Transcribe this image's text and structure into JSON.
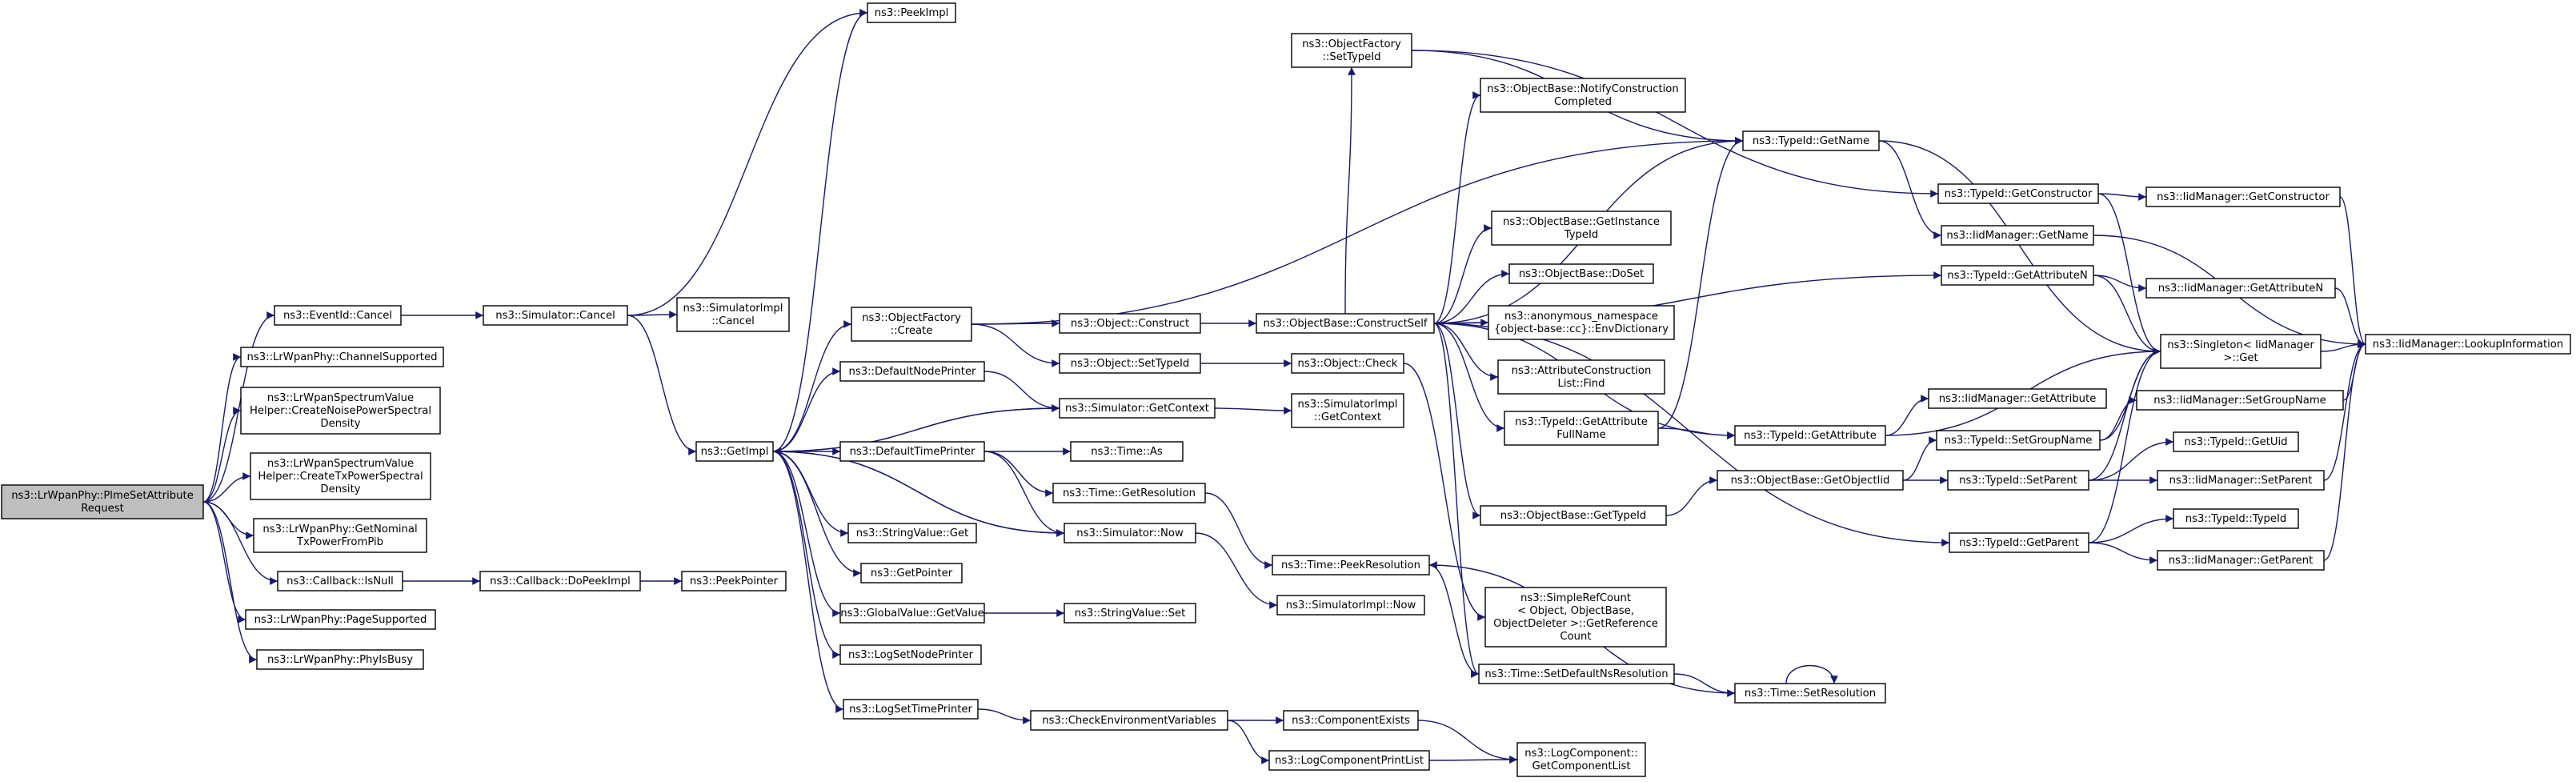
{
  "colors": {
    "node_fill": "#ffffff",
    "root_fill": "#bfbfbf",
    "border": "#000000",
    "edge": "#191970",
    "text": "#000000"
  },
  "nodes": [
    {
      "id": "root",
      "lines": [
        "ns3::LrWpanPhy::PlmeSetAttribute",
        "Request"
      ]
    },
    {
      "id": "eventid_cancel",
      "lines": [
        "ns3::EventId::Cancel"
      ]
    },
    {
      "id": "channel_supported",
      "lines": [
        "ns3::LrWpanPhy::ChannelSupported"
      ]
    },
    {
      "id": "create_noise",
      "lines": [
        "ns3::LrWpanSpectrumValue",
        "Helper::CreateNoisePowerSpectral",
        "Density"
      ]
    },
    {
      "id": "create_tx",
      "lines": [
        "ns3::LrWpanSpectrumValue",
        "Helper::CreateTxPowerSpectral",
        "Density"
      ]
    },
    {
      "id": "nominal_tx",
      "lines": [
        "ns3::LrWpanPhy::GetNominal",
        "TxPowerFromPib"
      ]
    },
    {
      "id": "callback_isnull",
      "lines": [
        "ns3::Callback::IsNull"
      ]
    },
    {
      "id": "page_supported",
      "lines": [
        "ns3::LrWpanPhy::PageSupported"
      ]
    },
    {
      "id": "phy_is_busy",
      "lines": [
        "ns3::LrWpanPhy::PhyIsBusy"
      ]
    },
    {
      "id": "simulator_cancel",
      "lines": [
        "ns3::Simulator::Cancel"
      ]
    },
    {
      "id": "callback_dopeek",
      "lines": [
        "ns3::Callback::DoPeekImpl"
      ]
    },
    {
      "id": "peekpointer",
      "lines": [
        "ns3::PeekPointer"
      ]
    },
    {
      "id": "simimpl_cancel",
      "lines": [
        "ns3::SimulatorImpl",
        "::Cancel"
      ]
    },
    {
      "id": "getimpl",
      "lines": [
        "ns3::GetImpl"
      ]
    },
    {
      "id": "peekimpl",
      "lines": [
        "ns3::PeekImpl"
      ]
    },
    {
      "id": "objfactory_create",
      "lines": [
        "ns3::ObjectFactory",
        "::Create"
      ]
    },
    {
      "id": "default_node_printer",
      "lines": [
        "ns3::DefaultNodePrinter"
      ]
    },
    {
      "id": "default_time_printer",
      "lines": [
        "ns3::DefaultTimePrinter"
      ]
    },
    {
      "id": "stringvalue_get",
      "lines": [
        "ns3::StringValue::Get"
      ]
    },
    {
      "id": "getpointer",
      "lines": [
        "ns3::GetPointer"
      ]
    },
    {
      "id": "globalvalue_getvalue",
      "lines": [
        "ns3::GlobalValue::GetValue"
      ]
    },
    {
      "id": "logsetnodeprinter",
      "lines": [
        "ns3::LogSetNodePrinter"
      ]
    },
    {
      "id": "logsettimeprinter",
      "lines": [
        "ns3::LogSetTimePrinter"
      ]
    },
    {
      "id": "object_construct",
      "lines": [
        "ns3::Object::Construct"
      ]
    },
    {
      "id": "object_settypeid",
      "lines": [
        "ns3::Object::SetTypeId"
      ]
    },
    {
      "id": "simulator_getcontext",
      "lines": [
        "ns3::Simulator::GetContext"
      ]
    },
    {
      "id": "time_as",
      "lines": [
        "ns3::Time::As"
      ]
    },
    {
      "id": "time_getresolution",
      "lines": [
        "ns3::Time::GetResolution"
      ]
    },
    {
      "id": "simulator_now",
      "lines": [
        "ns3::Simulator::Now"
      ]
    },
    {
      "id": "stringvalue_set",
      "lines": [
        "ns3::StringValue::Set"
      ]
    },
    {
      "id": "check_env",
      "lines": [
        "ns3::CheckEnvironmentVariables"
      ]
    },
    {
      "id": "objfactory_settypeid",
      "lines": [
        "ns3::ObjectFactory",
        "::SetTypeId"
      ]
    },
    {
      "id": "construct_self",
      "lines": [
        "ns3::ObjectBase::ConstructSelf"
      ]
    },
    {
      "id": "object_check",
      "lines": [
        "ns3::Object::Check"
      ]
    },
    {
      "id": "simimpl_getcontext",
      "lines": [
        "ns3::SimulatorImpl",
        "::GetContext"
      ]
    },
    {
      "id": "time_peekresolution",
      "lines": [
        "ns3::Time::PeekResolution"
      ]
    },
    {
      "id": "simimpl_now",
      "lines": [
        "ns3::SimulatorImpl::Now"
      ]
    },
    {
      "id": "component_exists",
      "lines": [
        "ns3::ComponentExists"
      ]
    },
    {
      "id": "logcomponent_printlist",
      "lines": [
        "ns3::LogComponentPrintList"
      ]
    },
    {
      "id": "notify_construction",
      "lines": [
        "ns3::ObjectBase::NotifyConstruction",
        "Completed"
      ]
    },
    {
      "id": "getinstance_typeid",
      "lines": [
        "ns3::ObjectBase::GetInstance",
        "TypeId"
      ]
    },
    {
      "id": "doset",
      "lines": [
        "ns3::ObjectBase::DoSet"
      ]
    },
    {
      "id": "envdictionary",
      "lines": [
        "ns3::anonymous_namespace",
        "{object-base::cc}::EnvDictionary"
      ]
    },
    {
      "id": "attr_construction_find",
      "lines": [
        "ns3::AttributeConstruction",
        "List::Find"
      ]
    },
    {
      "id": "typeid_getattr_fullname",
      "lines": [
        "ns3::TypeId::GetAttribute",
        "FullName"
      ]
    },
    {
      "id": "objectbase_gettypeid",
      "lines": [
        "ns3::ObjectBase::GetTypeId"
      ]
    },
    {
      "id": "simplerefcount",
      "lines": [
        "ns3::SimpleRefCount",
        "< Object, ObjectBase,",
        "ObjectDeleter >::GetReference",
        "Count"
      ]
    },
    {
      "id": "time_setdefaultnsres",
      "lines": [
        "ns3::Time::SetDefaultNsResolution"
      ]
    },
    {
      "id": "logcomponent_getlist",
      "lines": [
        "ns3::LogComponent::",
        "GetComponentList"
      ]
    },
    {
      "id": "typeid_getname",
      "lines": [
        "ns3::TypeId::GetName"
      ]
    },
    {
      "id": "typeid_getattribute",
      "lines": [
        "ns3::TypeId::GetAttribute"
      ]
    },
    {
      "id": "getobjectiid",
      "lines": [
        "ns3::ObjectBase::GetObjectIid"
      ]
    },
    {
      "id": "time_setresolution",
      "lines": [
        "ns3::Time::SetResolution"
      ]
    },
    {
      "id": "typeid_getconstructor",
      "lines": [
        "ns3::TypeId::GetConstructor"
      ]
    },
    {
      "id": "iidmanager_getname",
      "lines": [
        "ns3::IidManager::GetName"
      ]
    },
    {
      "id": "typeid_getattributen",
      "lines": [
        "ns3::TypeId::GetAttributeN"
      ]
    },
    {
      "id": "iidmanager_getattribute",
      "lines": [
        "ns3::IidManager::GetAttribute"
      ]
    },
    {
      "id": "typeid_setgroupname",
      "lines": [
        "ns3::TypeId::SetGroupName"
      ]
    },
    {
      "id": "typeid_setparent",
      "lines": [
        "ns3::TypeId::SetParent"
      ]
    },
    {
      "id": "typeid_getparent",
      "lines": [
        "ns3::TypeId::GetParent"
      ]
    },
    {
      "id": "singleton_get",
      "lines": [
        "ns3::Singleton< IidManager",
        ">::Get"
      ]
    },
    {
      "id": "iidmanager_getconstructor",
      "lines": [
        "ns3::IidManager::GetConstructor"
      ]
    },
    {
      "id": "iidmanager_getattributen",
      "lines": [
        "ns3::IidManager::GetAttributeN"
      ]
    },
    {
      "id": "iidmanager_setgroupname",
      "lines": [
        "ns3::IidManager::SetGroupName"
      ]
    },
    {
      "id": "typeid_getuid",
      "lines": [
        "ns3::TypeId::GetUid"
      ]
    },
    {
      "id": "iidmanager_setparent",
      "lines": [
        "ns3::IidManager::SetParent"
      ]
    },
    {
      "id": "typeid_typeid",
      "lines": [
        "ns3::TypeId::TypeId"
      ]
    },
    {
      "id": "iidmanager_getparent",
      "lines": [
        "ns3::IidManager::GetParent"
      ]
    },
    {
      "id": "iidmanager_lookupinfo",
      "lines": [
        "ns3::IidManager::LookupInformation"
      ]
    }
  ],
  "edges": [
    [
      "root",
      "eventid_cancel"
    ],
    [
      "root",
      "channel_supported"
    ],
    [
      "root",
      "create_noise"
    ],
    [
      "root",
      "create_tx"
    ],
    [
      "root",
      "nominal_tx"
    ],
    [
      "root",
      "callback_isnull"
    ],
    [
      "root",
      "page_supported"
    ],
    [
      "root",
      "phy_is_busy"
    ],
    [
      "eventid_cancel",
      "simulator_cancel"
    ],
    [
      "callback_isnull",
      "callback_dopeek"
    ],
    [
      "callback_dopeek",
      "peekpointer"
    ],
    [
      "simulator_cancel",
      "simimpl_cancel"
    ],
    [
      "simulator_cancel",
      "getimpl"
    ],
    [
      "simulator_cancel",
      "peekimpl"
    ],
    [
      "getimpl",
      "peekimpl"
    ],
    [
      "getimpl",
      "objfactory_create"
    ],
    [
      "getimpl",
      "default_node_printer"
    ],
    [
      "getimpl",
      "default_time_printer"
    ],
    [
      "getimpl",
      "stringvalue_get"
    ],
    [
      "getimpl",
      "getpointer"
    ],
    [
      "getimpl",
      "globalvalue_getvalue"
    ],
    [
      "getimpl",
      "logsetnodeprinter"
    ],
    [
      "getimpl",
      "logsettimeprinter"
    ],
    [
      "getimpl",
      "simulator_getcontext"
    ],
    [
      "getimpl",
      "simulator_now"
    ],
    [
      "objfactory_create",
      "object_construct"
    ],
    [
      "objfactory_create",
      "object_settypeid"
    ],
    [
      "objfactory_create",
      "typeid_getname"
    ],
    [
      "default_node_printer",
      "simulator_getcontext"
    ],
    [
      "simulator_getcontext",
      "getimpl"
    ],
    [
      "simulator_getcontext",
      "simimpl_getcontext"
    ],
    [
      "default_time_printer",
      "time_as"
    ],
    [
      "default_time_printer",
      "time_getresolution"
    ],
    [
      "default_time_printer",
      "simulator_now"
    ],
    [
      "simulator_now",
      "getimpl"
    ],
    [
      "simulator_now",
      "simimpl_now"
    ],
    [
      "time_getresolution",
      "time_peekresolution"
    ],
    [
      "globalvalue_getvalue",
      "stringvalue_set"
    ],
    [
      "logsettimeprinter",
      "check_env"
    ],
    [
      "check_env",
      "component_exists"
    ],
    [
      "check_env",
      "logcomponent_printlist"
    ],
    [
      "component_exists",
      "logcomponent_getlist"
    ],
    [
      "logcomponent_printlist",
      "logcomponent_getlist"
    ],
    [
      "object_construct",
      "construct_self"
    ],
    [
      "object_settypeid",
      "object_check"
    ],
    [
      "objfactory_settypeid",
      "typeid_getname"
    ],
    [
      "construct_self",
      "objfactory_settypeid"
    ],
    [
      "construct_self",
      "notify_construction"
    ],
    [
      "construct_self",
      "typeid_getname"
    ],
    [
      "construct_self",
      "getinstance_typeid"
    ],
    [
      "construct_self",
      "doset"
    ],
    [
      "construct_self",
      "envdictionary"
    ],
    [
      "construct_self",
      "attr_construction_find"
    ],
    [
      "construct_self",
      "typeid_getattr_fullname"
    ],
    [
      "construct_self",
      "objectbase_gettypeid"
    ],
    [
      "construct_self",
      "typeid_getattributen"
    ],
    [
      "construct_self",
      "typeid_getattribute"
    ],
    [
      "construct_self",
      "typeid_getparent"
    ],
    [
      "construct_self",
      "time_setdefaultnsres"
    ],
    [
      "object_check",
      "simplerefcount"
    ],
    [
      "time_peekresolution",
      "time_setdefaultnsres"
    ],
    [
      "time_setdefaultnsres",
      "time_setresolution"
    ],
    [
      "time_setresolution",
      "time_setresolution"
    ],
    [
      "time_setresolution",
      "time_peekresolution"
    ],
    [
      "typeid_getattr_fullname",
      "typeid_getname"
    ],
    [
      "typeid_getattr_fullname",
      "typeid_getattribute"
    ],
    [
      "objectbase_gettypeid",
      "getobjectiid"
    ],
    [
      "getobjectiid",
      "typeid_setgroupname"
    ],
    [
      "getobjectiid",
      "typeid_setparent"
    ],
    [
      "typeid_getname",
      "iidmanager_getname"
    ],
    [
      "typeid_getname",
      "singleton_get"
    ],
    [
      "typeid_getconstructor",
      "iidmanager_getconstructor"
    ],
    [
      "typeid_getconstructor",
      "singleton_get"
    ],
    [
      "typeid_getattribute",
      "iidmanager_getattribute"
    ],
    [
      "typeid_getattribute",
      "singleton_get"
    ],
    [
      "typeid_getattributen",
      "iidmanager_getattributen"
    ],
    [
      "typeid_getattributen",
      "singleton_get"
    ],
    [
      "typeid_setgroupname",
      "iidmanager_setgroupname"
    ],
    [
      "typeid_setgroupname",
      "singleton_get"
    ],
    [
      "typeid_setparent",
      "typeid_getuid"
    ],
    [
      "typeid_setparent",
      "iidmanager_setparent"
    ],
    [
      "typeid_setparent",
      "singleton_get"
    ],
    [
      "typeid_getparent",
      "typeid_typeid"
    ],
    [
      "typeid_getparent",
      "iidmanager_getparent"
    ],
    [
      "typeid_getparent",
      "singleton_get"
    ],
    [
      "objfactory_settypeid",
      "typeid_getconstructor"
    ],
    [
      "iidmanager_getname",
      "iidmanager_lookupinfo"
    ],
    [
      "iidmanager_getconstructor",
      "iidmanager_lookupinfo"
    ],
    [
      "iidmanager_getattributen",
      "iidmanager_lookupinfo"
    ],
    [
      "iidmanager_setgroupname",
      "iidmanager_lookupinfo"
    ],
    [
      "iidmanager_setparent",
      "iidmanager_lookupinfo"
    ],
    [
      "iidmanager_getparent",
      "iidmanager_lookupinfo"
    ],
    [
      "singleton_get",
      "iidmanager_lookupinfo"
    ]
  ]
}
